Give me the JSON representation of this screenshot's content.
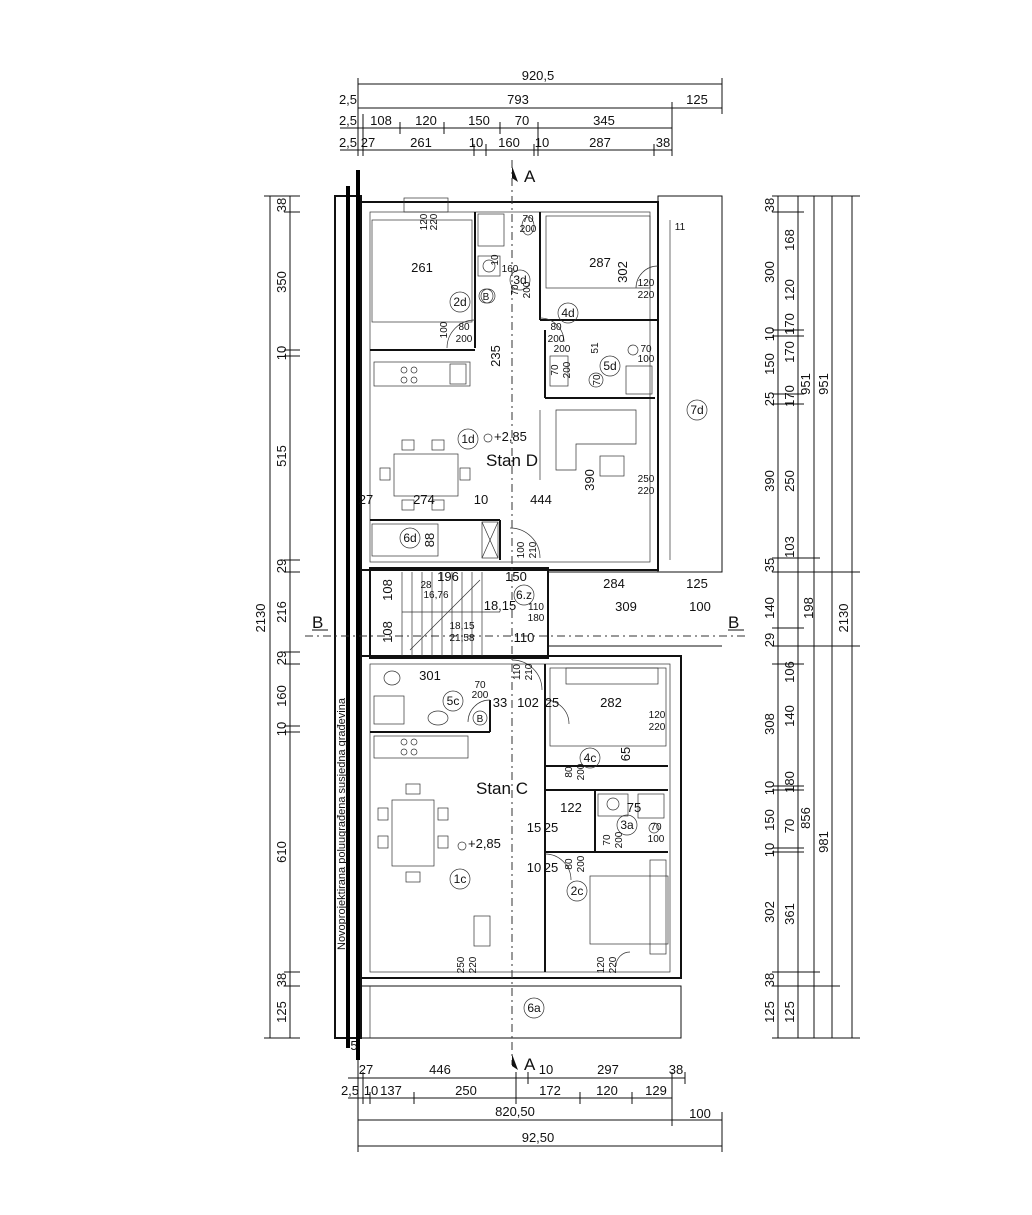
{
  "drawing": {
    "apartment_d_label": "Stan D",
    "apartment_c_label": "Stan C",
    "level_d": "+2,85",
    "level_c": "+2,85",
    "section_a_top": "A",
    "section_a_bottom": "A",
    "section_b_left": "B",
    "section_b_right": "B",
    "neighbor_note": "Novoprojektirana poluugrađena susjedna građevina"
  },
  "rooms": {
    "r1d": "1d",
    "r2d": "2d",
    "r3d": "3d",
    "r4d": "4d",
    "r5d": "5d",
    "r6d": "6d",
    "r7d": "7d",
    "r6z": "6.z",
    "r1c": "1c",
    "r2c": "2c",
    "r3a": "3a",
    "r4c": "4c",
    "r5c": "5c",
    "r6a": "6a"
  },
  "top_dims": {
    "row1": [
      "920,5"
    ],
    "row2": [
      "2,5",
      "793",
      "125"
    ],
    "row3": [
      "2,5",
      "108",
      "120",
      "150",
      "70",
      "345"
    ],
    "row4": [
      "2,5",
      "27",
      "261",
      "10",
      "160",
      "10",
      "287",
      "38"
    ]
  },
  "bottom_dims": {
    "row1": [
      "5",
      "27",
      "446",
      "10",
      "297",
      "38"
    ],
    "row2": [
      "2,5",
      "10",
      "137",
      "250",
      "172",
      "120",
      "129"
    ],
    "row3": [
      "820,50",
      "100"
    ],
    "row4": [
      "92,50"
    ]
  },
  "left_dims": [
    "38",
    "350",
    "10",
    "515",
    "29",
    "216",
    "29",
    "160",
    "10",
    "610",
    "38",
    "125",
    "2130"
  ],
  "right_dims": {
    "col1": [
      "38",
      "300",
      "10",
      "150",
      "25",
      "390",
      "35",
      "140",
      "29",
      "308",
      "10",
      "150",
      "10",
      "302",
      "38",
      "125"
    ],
    "col2": [
      "168",
      "120",
      "170",
      "170",
      "170",
      "250",
      "103",
      "198",
      "106",
      "140",
      "180",
      "70",
      "361",
      "125"
    ],
    "col3": [
      "951",
      "856"
    ],
    "col4": [
      "951",
      "981"
    ],
    "col5": [
      "2130"
    ]
  },
  "interior_dims": {
    "d1": "261",
    "d2": "287",
    "d3": "302",
    "d4": "235",
    "d5": "274",
    "d6": "444",
    "d7": "390",
    "d8": "27",
    "d9": "10",
    "d10": "88",
    "d11": "196",
    "d12": "150",
    "d13": "284",
    "d14": "125",
    "d15": "309",
    "d16": "100",
    "d17": "28",
    "d18": "16,76",
    "d19": "18,15",
    "d20": "110",
    "d21": "180",
    "d22": "18,15",
    "d23": "21,58",
    "d24": "108",
    "d25": "108",
    "d26": "110",
    "d27": "301",
    "d28": "282",
    "d29": "33",
    "d30": "102",
    "d31": "25",
    "d32": "65",
    "d33": "122",
    "d34": "75",
    "d35": "15",
    "d36": "25",
    "d37": "10",
    "d38": "25",
    "d39": "11",
    "d40": "160",
    "d41": "10",
    "d42": "51",
    "d43": "70"
  },
  "door_tags": {
    "t1": "120",
    "t2": "220",
    "t3": "120",
    "t4": "220",
    "t5": "80",
    "t6": "200",
    "t7": "80",
    "t8": "200",
    "t9": "70",
    "t10": "200",
    "t11": "70",
    "t12": "100",
    "t13": "250",
    "t14": "220",
    "t15": "100",
    "t16": "210",
    "t17": "110",
    "t18": "210",
    "t19": "70",
    "t20": "200",
    "t21": "120",
    "t22": "220",
    "t23": "80",
    "t24": "200",
    "t25": "70",
    "t26": "200",
    "t27": "70",
    "t28": "100",
    "t29": "80",
    "t30": "200",
    "t31": "250",
    "t32": "220",
    "t33": "120",
    "t34": "220",
    "t35": "70",
    "t36": "200",
    "t37": "100",
    "t38": "200",
    "t39": "70",
    "t40": "200"
  }
}
